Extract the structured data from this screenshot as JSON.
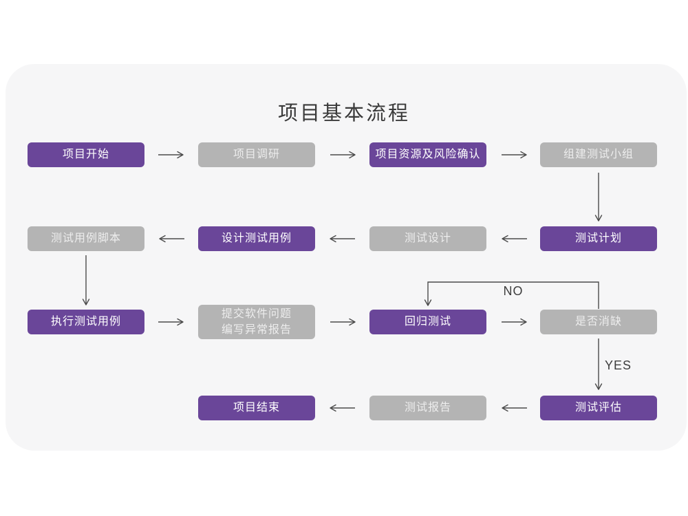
{
  "title": "项目基本流程",
  "colors": {
    "node_purple": "#6a4699",
    "node_gray": "#b4b4b4",
    "card_background": "#f6f6f7",
    "page_background": "#ffffff",
    "arrow": "#4a4a4a",
    "node_text_purple": "#ffffff",
    "node_text_gray": "#ededed",
    "title_text": "#3a3a3a"
  },
  "labels": {
    "no": "NO",
    "yes": "YES"
  },
  "nodes": [
    {
      "label": "项目开始",
      "variant": "purple"
    },
    {
      "label": "项目调研",
      "variant": "gray"
    },
    {
      "label": "项目资源及风险确认",
      "variant": "purple"
    },
    {
      "label": "组建测试小组",
      "variant": "gray"
    },
    {
      "label": "测试计划",
      "variant": "purple"
    },
    {
      "label": "测试设计",
      "variant": "gray"
    },
    {
      "label": "设计测试用例",
      "variant": "purple"
    },
    {
      "label": "测试用例脚本",
      "variant": "gray"
    },
    {
      "label": "执行测试用例",
      "variant": "purple"
    },
    {
      "label": "提交软件问题\n编写异常报告",
      "variant": "gray"
    },
    {
      "label": "回归测试",
      "variant": "purple"
    },
    {
      "label": "是否消缺",
      "variant": "gray"
    },
    {
      "label": "测试评估",
      "variant": "purple"
    },
    {
      "label": "测试报告",
      "variant": "gray"
    },
    {
      "label": "项目结束",
      "variant": "purple"
    }
  ]
}
